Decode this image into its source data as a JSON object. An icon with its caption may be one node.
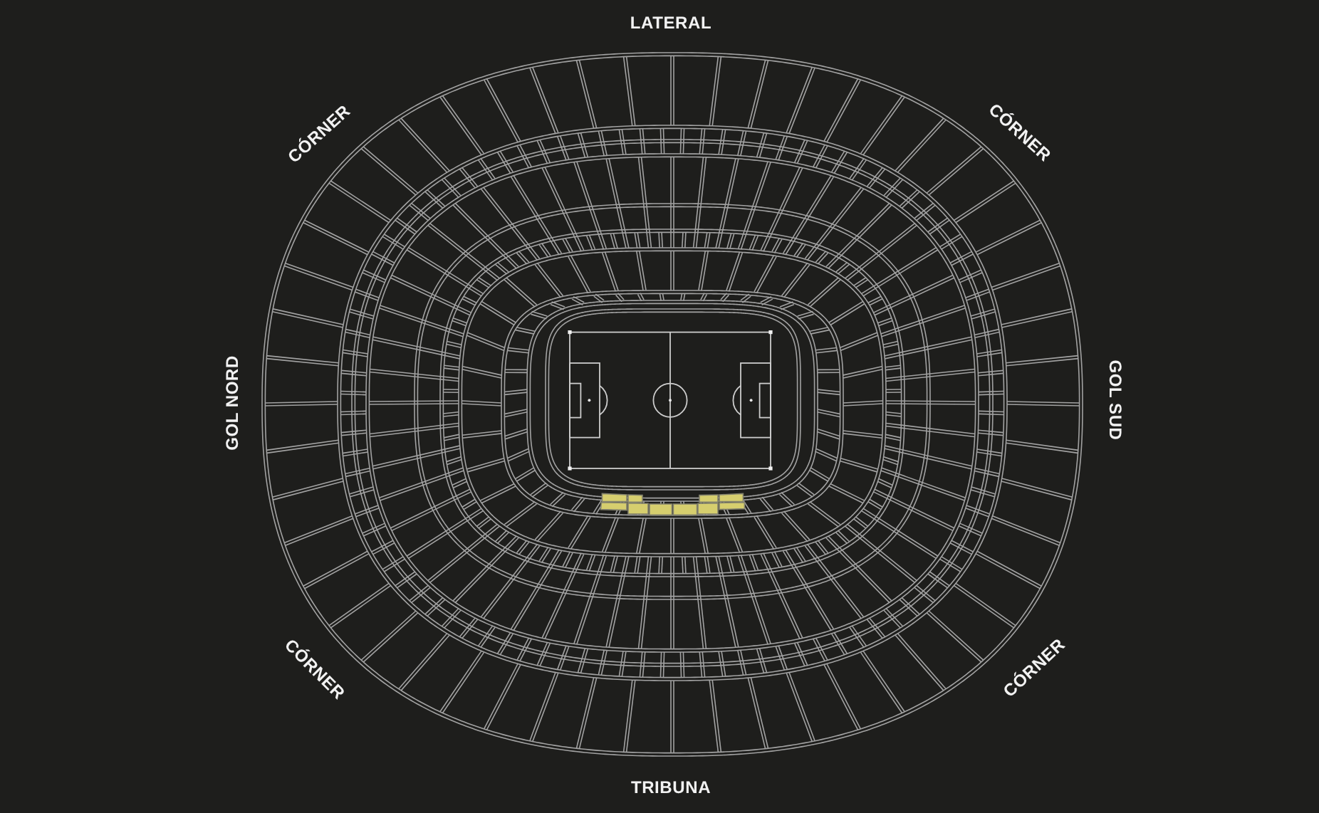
{
  "diagram": {
    "labels": [
      "LATERAL",
      "CÓRNER",
      "CÓRNER",
      "GOL NORD",
      "GOL SUD",
      "CÓRNER",
      "CÓRNER",
      "TRIBUNA"
    ]
  }
}
